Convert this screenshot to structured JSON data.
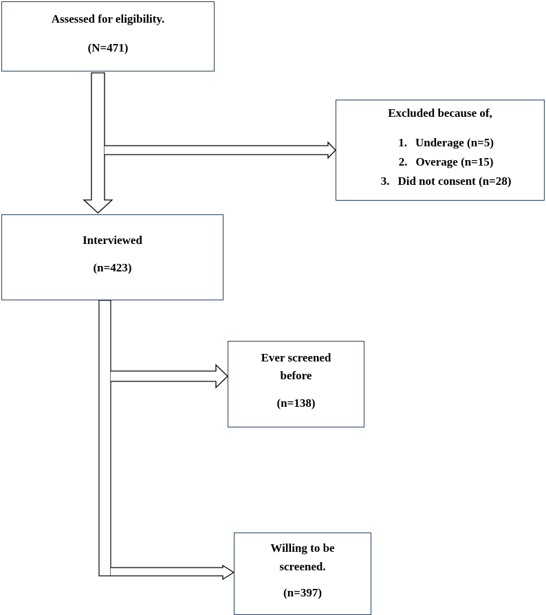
{
  "boxes": {
    "eligibility": {
      "title": "Assessed for eligibility.",
      "count": "(N=471)"
    },
    "excluded": {
      "title": "Excluded because of,",
      "items": [
        {
          "number": "1.",
          "text": "Underage (n=5)"
        },
        {
          "number": "2.",
          "text": "Overage (n=15)"
        },
        {
          "number": "3.",
          "text": "Did not consent (n=28)"
        }
      ]
    },
    "interviewed": {
      "title": "Interviewed",
      "count": "(n=423)"
    },
    "ever_screened": {
      "title_line1": "Ever screened",
      "title_line2": "before",
      "count": "(n=138)"
    },
    "willing": {
      "title_line1": "Willing to be",
      "title_line2": "screened.",
      "count": "(n=397)"
    }
  },
  "colors": {
    "border": "#1f3b5a",
    "arrow_stroke": "#000000",
    "background": "#ffffff"
  }
}
